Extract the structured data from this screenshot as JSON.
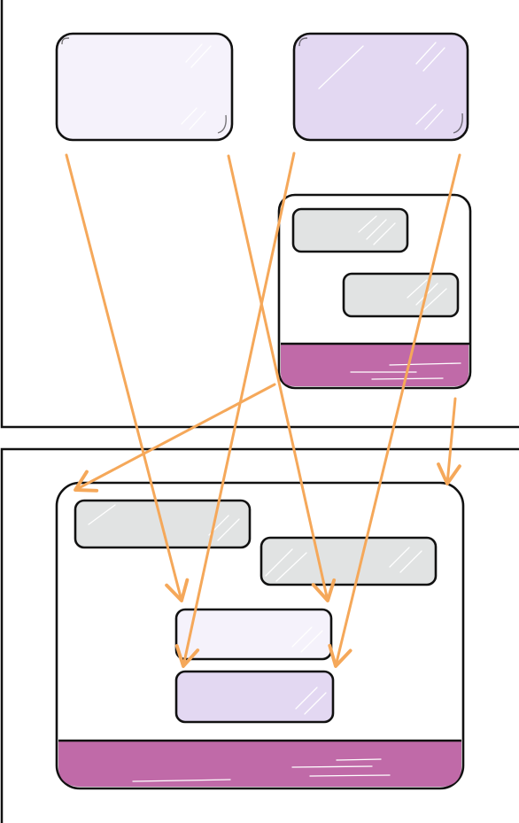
{
  "colors": {
    "background": "#ffffff",
    "outline": "#111111",
    "light_lavender": "#f5f2fb",
    "lavender": "#e3d8f2",
    "gray": "#e1e3e3",
    "magenta": "#c06aa8",
    "arrow": "#f5a85a",
    "hatch_light": "#ffffff"
  },
  "diagram": {
    "panels": [
      "top-panel",
      "bottom-panel"
    ],
    "top": {
      "boxes": [
        "light-lavender-box",
        "lavender-box",
        "container-box"
      ],
      "container_children": [
        "gray-box-1",
        "gray-box-2",
        "magenta-footer-band"
      ]
    },
    "bottom": {
      "container_children": [
        "gray-box-1",
        "gray-box-2",
        "light-lavender-box",
        "lavender-box",
        "magenta-footer-band"
      ]
    },
    "arrow_count": 6
  }
}
